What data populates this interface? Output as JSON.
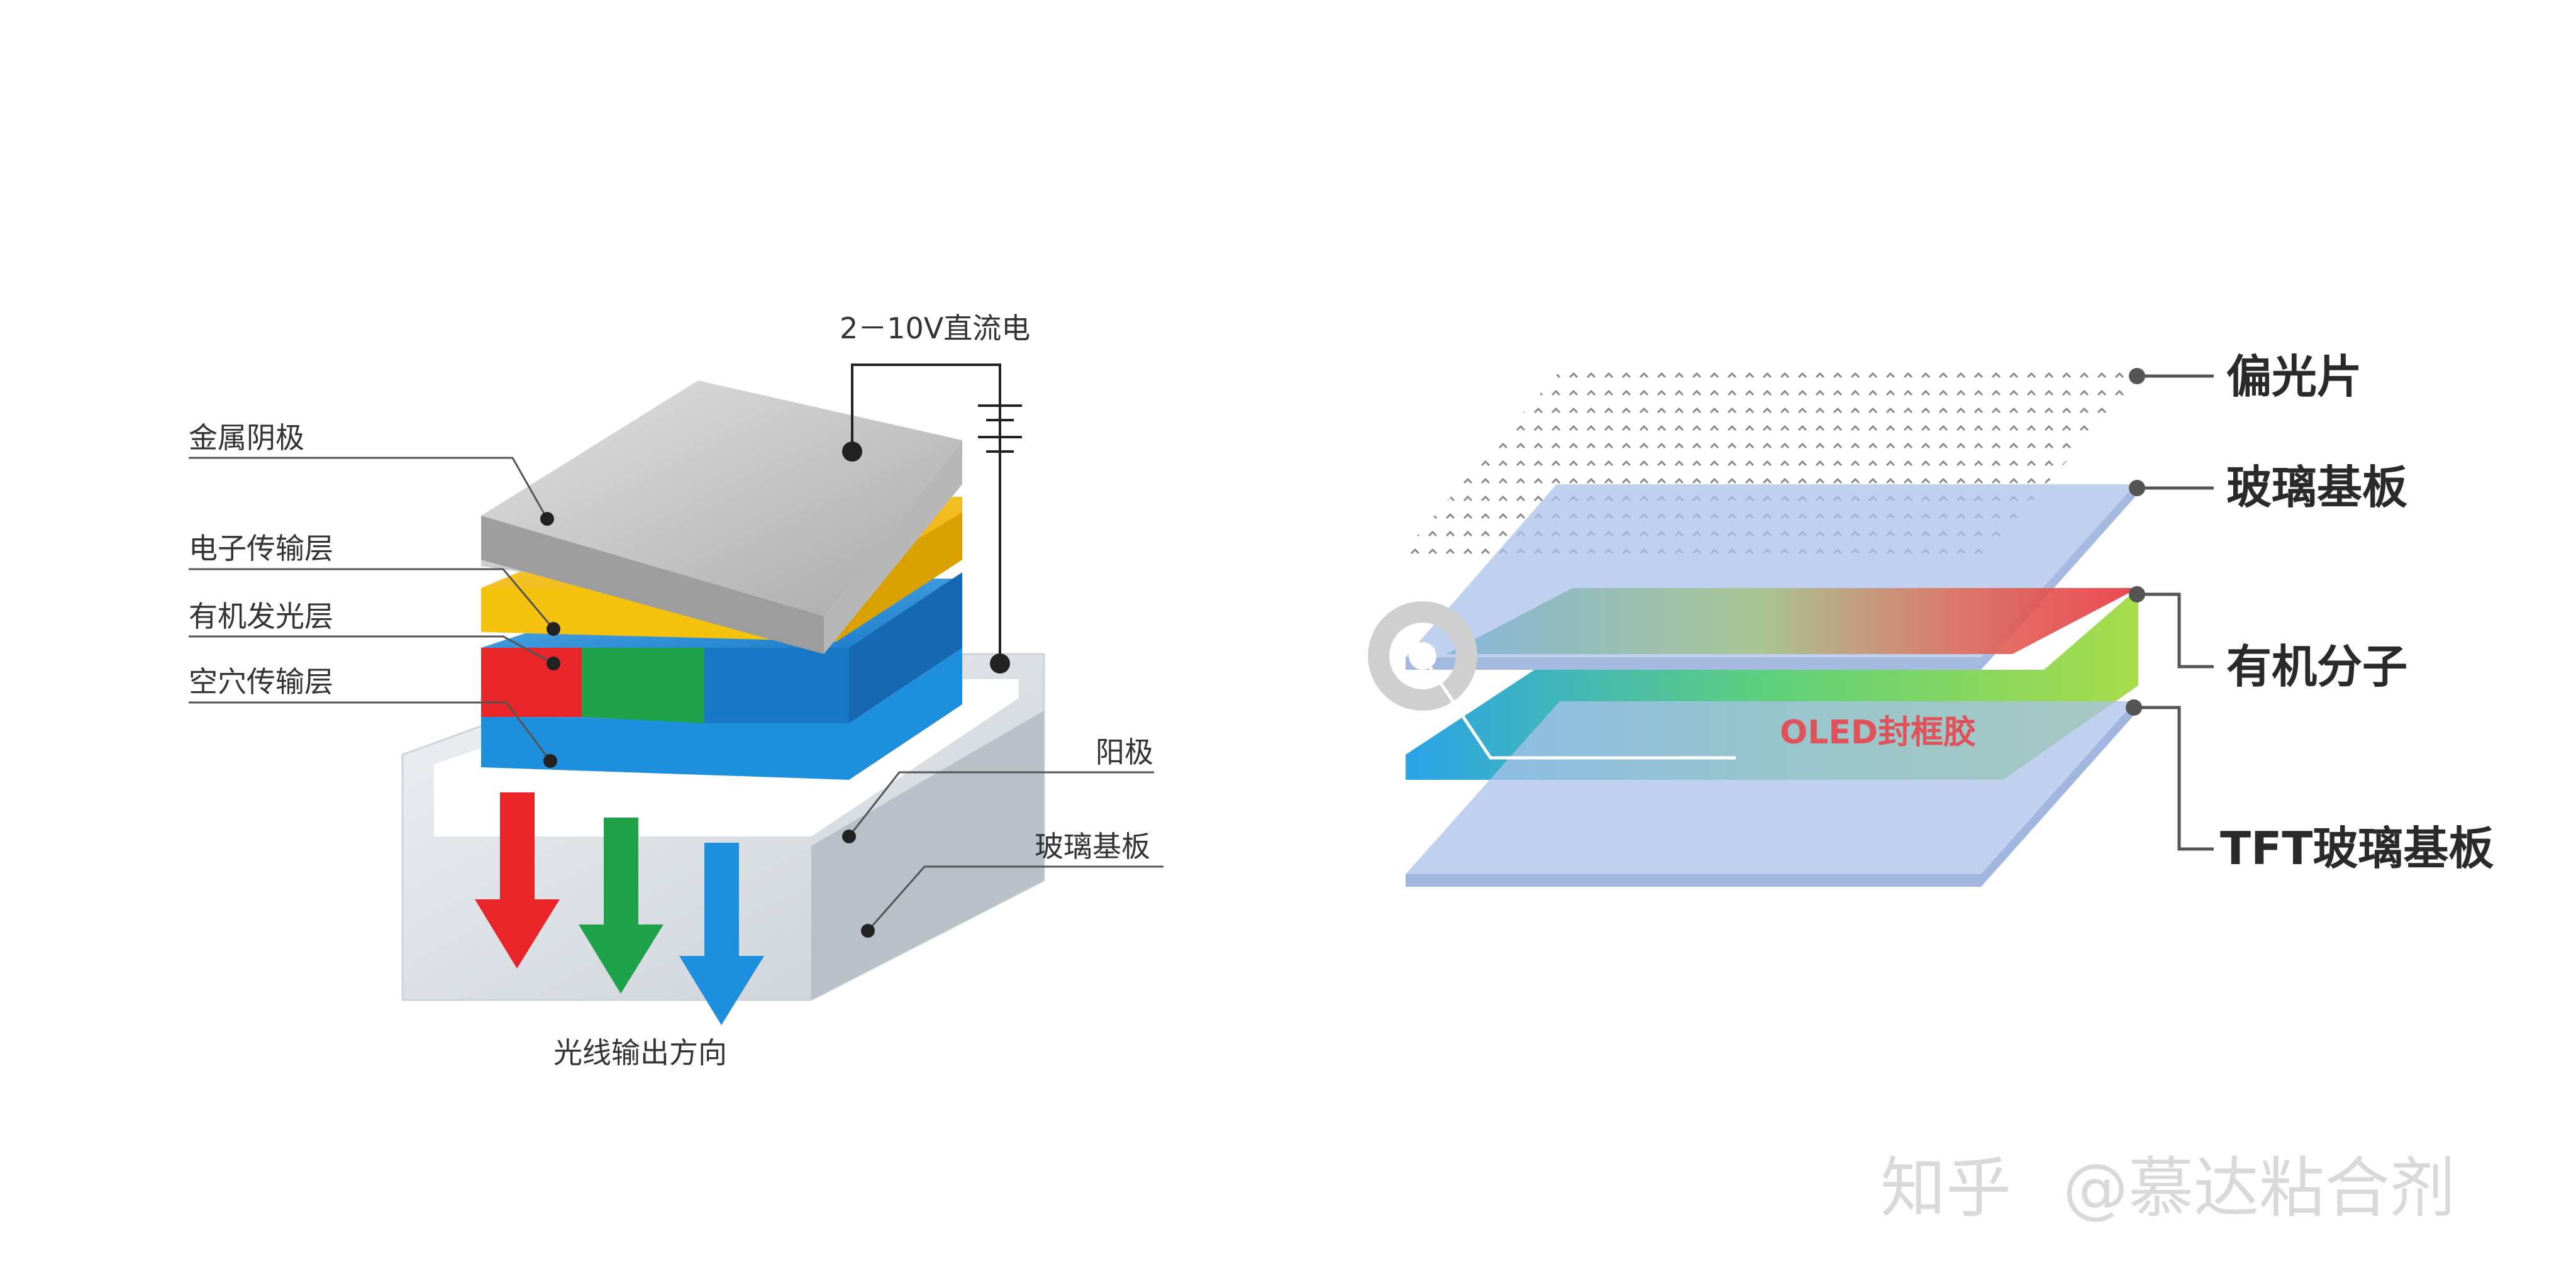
{
  "left_diagram": {
    "voltage": "2－10V直流电",
    "labels": {
      "cathode": "金属阴极",
      "etl": "电子传输层",
      "eml": "有机发光层",
      "htl": "空穴传输层",
      "anode": "阳极",
      "substrate": "玻璃基板",
      "light_output": "光线输出方向"
    }
  },
  "right_diagram": {
    "labels": {
      "polarizer": "偏光片",
      "glass": "玻璃基板",
      "organic": "有机分子",
      "tft": "TFT玻璃基板"
    },
    "sealant": "OLED封框胶"
  },
  "watermark": {
    "site": "知乎",
    "author": "@慕达粘合剂"
  },
  "colors": {
    "red": "#e8262a",
    "green": "#1fa24a",
    "blue": "#1e8fdc",
    "yellow": "#f4c20d",
    "cathode_gray": "#c8c8c8",
    "glass_blue": "#a9c1ea",
    "sealant_red": "#e0525a"
  }
}
